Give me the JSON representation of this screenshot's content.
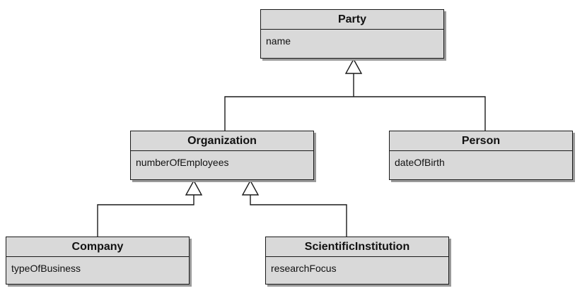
{
  "diagram": {
    "classes": {
      "party": {
        "name": "Party",
        "attribute": "name"
      },
      "organization": {
        "name": "Organization",
        "attribute": "numberOfEmployees"
      },
      "person": {
        "name": "Person",
        "attribute": "dateOfBirth"
      },
      "company": {
        "name": "Company",
        "attribute": "typeOfBusiness"
      },
      "scientific_institution": {
        "name": "ScientificInstitution",
        "attribute": "researchFocus"
      }
    },
    "relationships": [
      {
        "type": "generalization",
        "from": "organization",
        "to": "party"
      },
      {
        "type": "generalization",
        "from": "person",
        "to": "party"
      },
      {
        "type": "generalization",
        "from": "company",
        "to": "organization"
      },
      {
        "type": "generalization",
        "from": "scientific_institution",
        "to": "organization"
      }
    ]
  }
}
